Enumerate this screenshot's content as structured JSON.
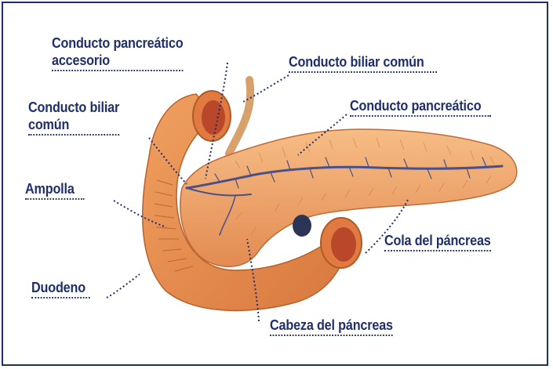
{
  "labels": {
    "accessory_duct_line1": "Conducto pancreático",
    "accessory_duct_line2": "accesorio",
    "common_bile_duct_right": "Conducto biliar común",
    "common_bile_duct_left_line1": "Conducto biliar",
    "common_bile_duct_left_line2": "común",
    "pancreatic_duct": "Conducto pancreático",
    "ampulla": "Ampolla",
    "tail": "Cola del páncreas",
    "duodenum": "Duodeno",
    "head": "Cabeza del páncreas"
  },
  "colors": {
    "frame": "#1f2f6b",
    "label_text": "#1f2f6b",
    "pancreas": "#f0a46a",
    "duodenum": "#e88a4e",
    "duct": "#4b4f8a",
    "background": "#ffffff"
  }
}
